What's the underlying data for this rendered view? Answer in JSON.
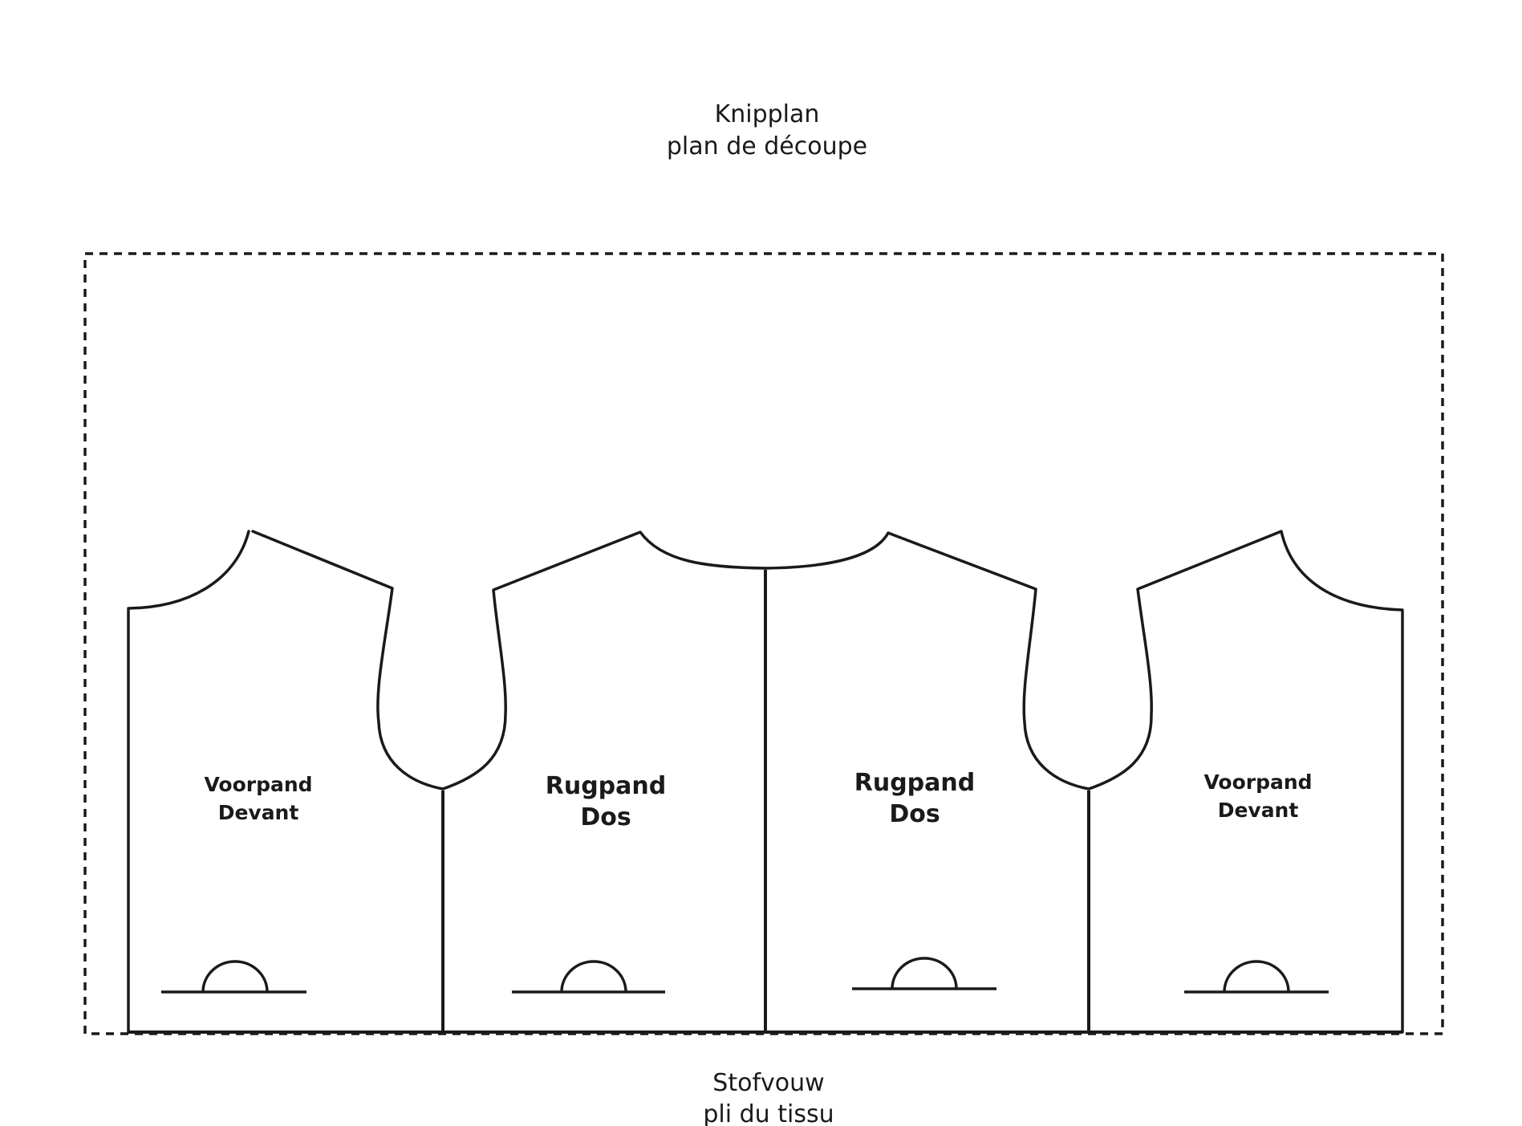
{
  "title": {
    "line1": "Knipplan",
    "line2": "plan de découpe"
  },
  "fold": {
    "line1": "Stofvouw",
    "line2": "pli du tissu"
  },
  "pieces": [
    {
      "name_nl": "Voorpand",
      "name_fr": "Devant"
    },
    {
      "name_nl": "Rugpand",
      "name_fr": "Dos"
    },
    {
      "name_nl": "Rugpand",
      "name_fr": "Dos"
    },
    {
      "name_nl": "Voorpand",
      "name_fr": "Devant"
    }
  ],
  "colors": {
    "line": "#1a1a1a",
    "background": "#ffffff"
  }
}
